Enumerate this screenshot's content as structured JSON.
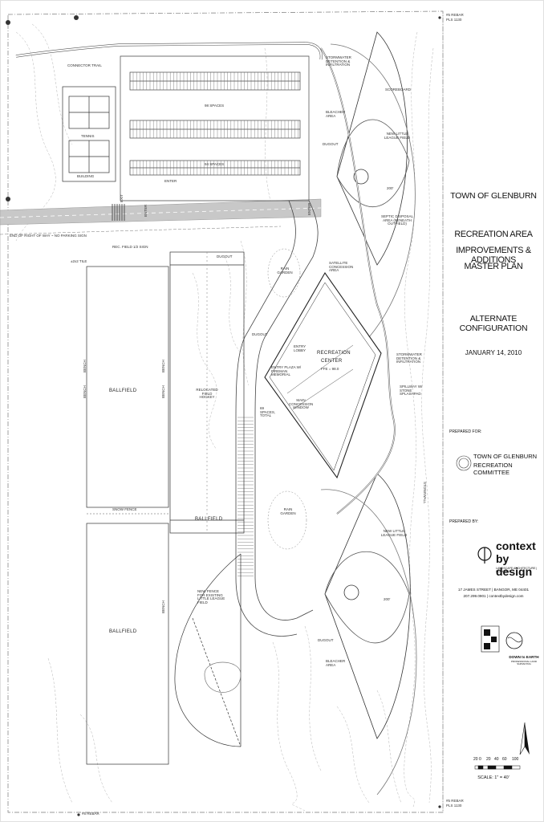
{
  "title_block": {
    "town": "TOWN OF GLENBURN",
    "project_line1": "RECREATION AREA",
    "project_line2": "IMPROVEMENTS  & ADDITIONS",
    "project_line3": "MASTER PLAN",
    "subtitle": "ALTERNATE CONFIGURATION",
    "date": "JANUARY 14, 2010",
    "prepared_for_label": "PREPARED FOR:",
    "client_line1": "TOWN OF GLENBURN",
    "client_line2": "RECREATION COMMITTEE",
    "prepared_by_label": "PREPARED BY:",
    "firm_name_line1": "context",
    "firm_name_line2": "by design",
    "firm_tagline": "LANDSCAPE ARCHITECTURE | PLANNING",
    "firm_address": "17 JAMES STREET  |  BANGOR, ME 04401",
    "firm_contact": "207.299.0901  |  contextbydesign.com",
    "partner_name": "DOWN to EARTH",
    "partner_tagline": "PROFESSIONAL LAND SURVEYING",
    "scale_ticks": [
      "20",
      "0",
      "20",
      "40",
      "60",
      "100"
    ],
    "scale_label": "SCALE:  1\" = 40'"
  },
  "plan_labels": {
    "connector_trail": "CONNECTOR TRAIL",
    "tennis": "TENNIS",
    "building": "BUILDING",
    "spaces_98": "98 SPACES",
    "spaces_94": "94 SPACES",
    "exit": "EXIT",
    "enter_1": "ENTER",
    "enter_2": "ENTER",
    "enter_3": "ENTER",
    "right_of_way": "END OF RIGHT OF WAY  ~ NO PARKING SIGN",
    "rec_field_sign": "REC. FIELD 1/2 SIGN",
    "stormwater_top": "STORMWATER DETENTION & INFILTRATION",
    "scoreboard": "SCOREBOARD",
    "bleacher_top": "BLEACHER AREA",
    "dugout_top": "DUGOUT",
    "new_ll_top": "NEW LITTLE LEAGUE FIELD",
    "septic": "SEPTIC DISPOSAL AREA (BENEATH OUTFIELD)",
    "satellite": "SATELLITE CONCESSION AREA",
    "rain_garden_top": "RAIN GARDEN",
    "rec_center_1": "RECREATION",
    "rec_center_2": "CENTER",
    "ffe": "FFE = 98.0",
    "entry_plaza": "ENTRY PLAZA W/ FIREMAN MEMORIAL",
    "lobby": "ENTRY LOBBY",
    "main_concession": "MAIN CONCESSION WINDOW",
    "stormwater_mid": "STORMWATER DETENTION & INFILTRATION",
    "spillway": "SPILLWAY W/ STONE SPLASHPAD",
    "spaces_69": "69 SPACES, TOTAL",
    "rain_garden_bot": "RAIN GARDEN",
    "ballfield_1": "BALLFIELD",
    "relocated": "RELOCATED FIELD HOCKEY",
    "ballfield_2": "BALLFIELD",
    "ballfield_3": "BALLFIELD",
    "bench_1": "BENCH",
    "bench_2": "BENCH",
    "bench_3": "BENCH",
    "bench_4": "BENCH",
    "bench_5": "BENCH",
    "snow_fence": "SNOW FENCE",
    "dugout_mid": "DUGOUT",
    "dugout_mid2": "DUGOUT",
    "new_fence": "NEW FENCE FOR EXISTING LITTLE LEAGUE FIELD",
    "new_ll_bot": "NEW LITTLE LEAGUE FIELD",
    "dugout_bot": "DUGOUT",
    "bleacher_bot": "BLEACHER AREA",
    "stonewall": "STONEWALL",
    "rebar_tr": "#5 REBAR",
    "rebar_tr2": "PLS 1130",
    "rebar_br": "#5 REBAR",
    "rebar_br2": "PLS 1130",
    "rebar_bl": "#5 REBAR",
    "tie": "±2x2 TILE",
    "elev_200": "200'",
    "elev_200b": "200'"
  },
  "colors": {
    "ink": "#333333",
    "road": "#bdbdbd",
    "contour": "#9a9a9a"
  }
}
